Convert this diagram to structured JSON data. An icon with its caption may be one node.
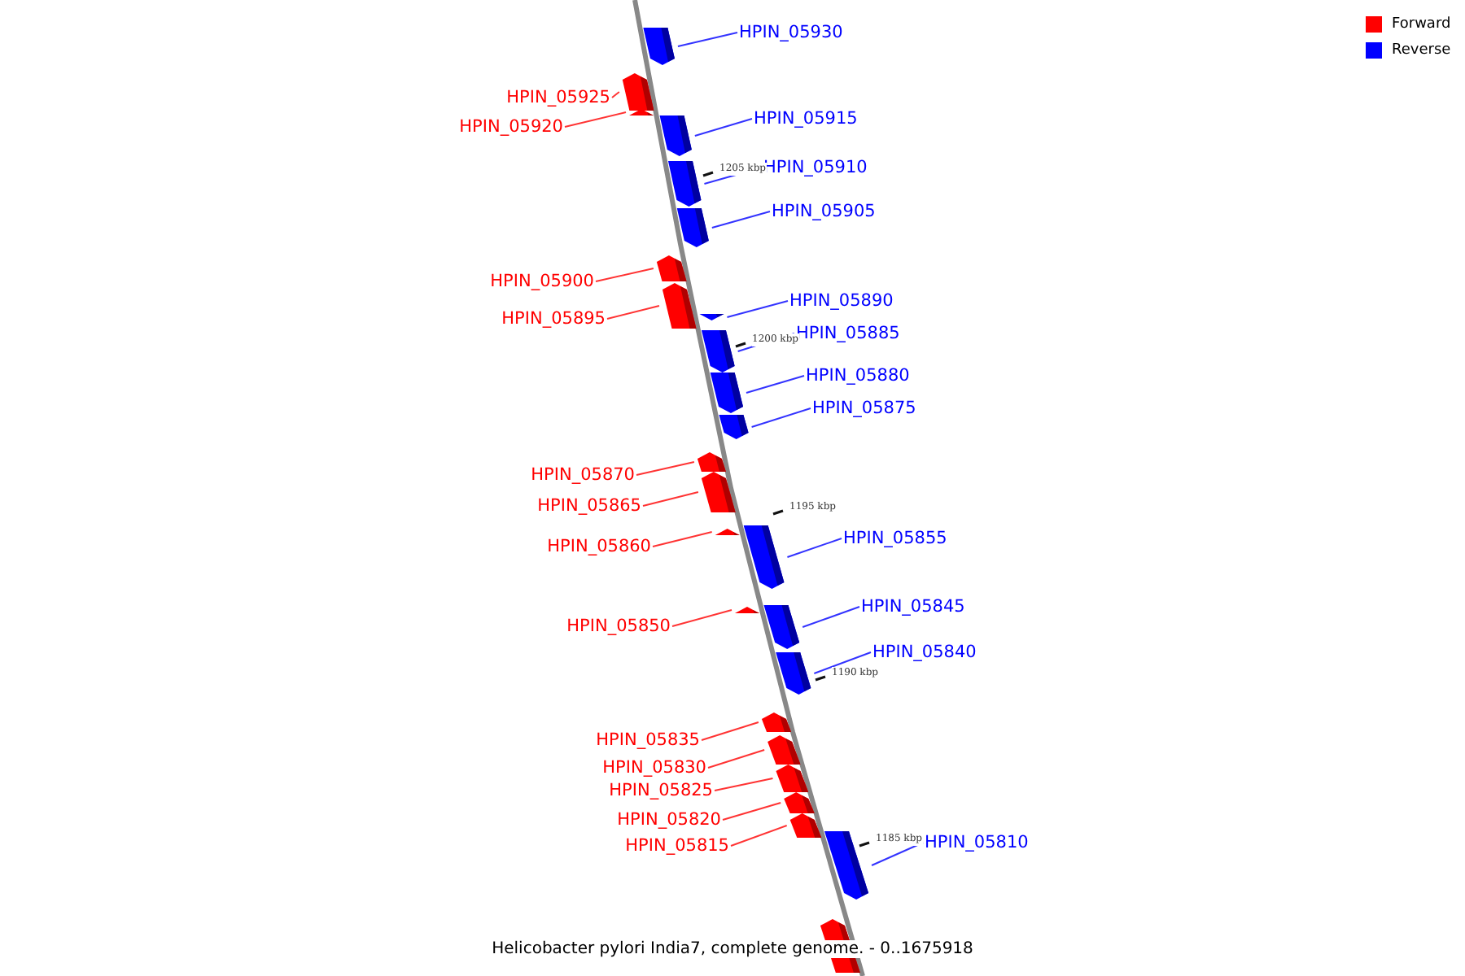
{
  "diagram": {
    "caption": "Helicobacter pylori India7, complete genome. - 0..1675918",
    "nodes": [
      {
        "text": [
          "HPIN_05930"
        ]
      },
      {
        "text": [
          "HPIN_05925"
        ]
      },
      {
        "text": [
          "HPIN_05915"
        ]
      },
      {
        "text": [
          "HPIN_05920"
        ]
      },
      {
        "text": [
          "HPIN_05910"
        ]
      },
      {
        "text": [
          "HPIN_05905"
        ]
      },
      {
        "text": [
          "HPIN_05900"
        ]
      },
      {
        "text": [
          "HPIN_05890"
        ]
      },
      {
        "text": [
          "HPIN_05895"
        ]
      },
      {
        "text": [
          "HPIN_05885"
        ]
      },
      {
        "text": [
          "HPIN_05880"
        ]
      },
      {
        "text": [
          "HPIN_05875"
        ]
      },
      {
        "text": [
          "HPIN_05870"
        ]
      },
      {
        "text": [
          "HPIN_05865"
        ]
      },
      {
        "text": [
          "HPIN_05855"
        ]
      },
      {
        "text": [
          "HPIN_05860"
        ]
      },
      {
        "text": [
          "HPIN_05845"
        ]
      },
      {
        "text": [
          "HPIN_05850"
        ]
      },
      {
        "text": [
          "HPIN_05840"
        ]
      },
      {
        "text": [
          "HPIN_05835"
        ]
      },
      {
        "text": [
          "HPIN_05830"
        ]
      },
      {
        "text": [
          "HPIN_05825"
        ]
      },
      {
        "text": [
          "HPIN_05820"
        ]
      },
      {
        "text": [
          "HPIN_05810"
        ]
      },
      {
        "text": [
          "HPIN_05815"
        ]
      },
      {
        "text": [],
        "shape": "box"
      },
      {
        "text": [],
        "shape": "box"
      },
      {
        "text": [],
        "shape": "box"
      },
      {
        "text": [],
        "shape": "box"
      },
      {
        "text": [],
        "shape": "box"
      },
      {
        "text": [],
        "shape": "box"
      },
      {
        "text": [],
        "shape": "box"
      },
      {
        "text": [],
        "shape": "box"
      },
      {
        "text": [],
        "shape": "box"
      },
      {
        "text": [],
        "shape": "box"
      },
      {
        "text": [],
        "shape": "box"
      },
      {
        "text": [],
        "shape": "box"
      },
      {
        "text": [],
        "shape": "box"
      },
      {
        "text": [],
        "shape": "box"
      },
      {
        "text": [],
        "shape": "box"
      },
      {
        "text": [],
        "shape": "box"
      },
      {
        "text": [],
        "shape": "box"
      },
      {
        "text": [],
        "shape": "box"
      },
      {
        "text": [],
        "shape": "box"
      },
      {
        "text": [],
        "shape": "box"
      },
      {
        "text": [],
        "shape": "box"
      },
      {
        "text": [],
        "shape": "box"
      },
      {
        "text": [],
        "shape": "box"
      },
      {
        "text": [],
        "shape": "box"
      },
      {
        "text": [],
        "shape": "box"
      },
      {
        "text": [],
        "shape": "box"
      }
    ],
    "edges": [
      {
        "from": 0,
        "to": 25,
        "arrow": "none",
        "color": "#0000ff"
      },
      {
        "from": 1,
        "to": 26,
        "arrow": "none"
      },
      {
        "from": 2,
        "to": 27,
        "arrow": "none",
        "color": "#0000ff"
      },
      {
        "from": 3,
        "to": 28,
        "arrow": "none"
      },
      {
        "from": 4,
        "to": 29,
        "arrow": "none",
        "color": "#0000ff"
      },
      {
        "from": 5,
        "to": 30,
        "arrow": "none",
        "color": "#0000ff"
      },
      {
        "from": 6,
        "to": 31,
        "arrow": "none"
      },
      {
        "from": 7,
        "to": 32,
        "arrow": "none",
        "color": "#0000ff"
      },
      {
        "from": 8,
        "to": 33,
        "arrow": "none"
      },
      {
        "from": 9,
        "to": 34,
        "arrow": "none",
        "color": "#0000ff"
      },
      {
        "from": 10,
        "to": 35,
        "arrow": "none",
        "color": "#0000ff"
      },
      {
        "from": 11,
        "to": 36,
        "arrow": "none",
        "color": "#0000ff"
      },
      {
        "from": 12,
        "to": 37,
        "arrow": "none"
      },
      {
        "from": 13,
        "to": 38,
        "arrow": "none"
      },
      {
        "from": 14,
        "to": 39,
        "arrow": "none",
        "color": "#0000ff"
      },
      {
        "from": 15,
        "to": 40,
        "arrow": "none"
      },
      {
        "from": 16,
        "to": 41,
        "arrow": "none",
        "color": "#0000ff"
      },
      {
        "from": 17,
        "to": 42,
        "arrow": "none"
      },
      {
        "from": 18,
        "to": 43,
        "arrow": "none",
        "color": "#0000ff"
      },
      {
        "from": 19,
        "to": 44,
        "arrow": "none"
      },
      {
        "from": 20,
        "to": 45,
        "arrow": "none"
      },
      {
        "from": 21,
        "to": 46,
        "arrow": "none"
      },
      {
        "from": 22,
        "to": 47,
        "arrow": "none"
      },
      {
        "from": 23,
        "to": 48,
        "arrow": "none",
        "color": "#0000ff"
      },
      {
        "from": 24,
        "to": 49,
        "arrow": "none"
      }
    ],
    "labels": [
      "1205 kbp",
      "1200 kbp",
      "1195 kbp",
      "1190 kbp",
      "1185 kbp"
    ],
    "legend": [
      {
        "text": "Forward",
        "color": "#ff0000"
      },
      {
        "text": "Reverse",
        "color": "#0000ff"
      }
    ]
  }
}
